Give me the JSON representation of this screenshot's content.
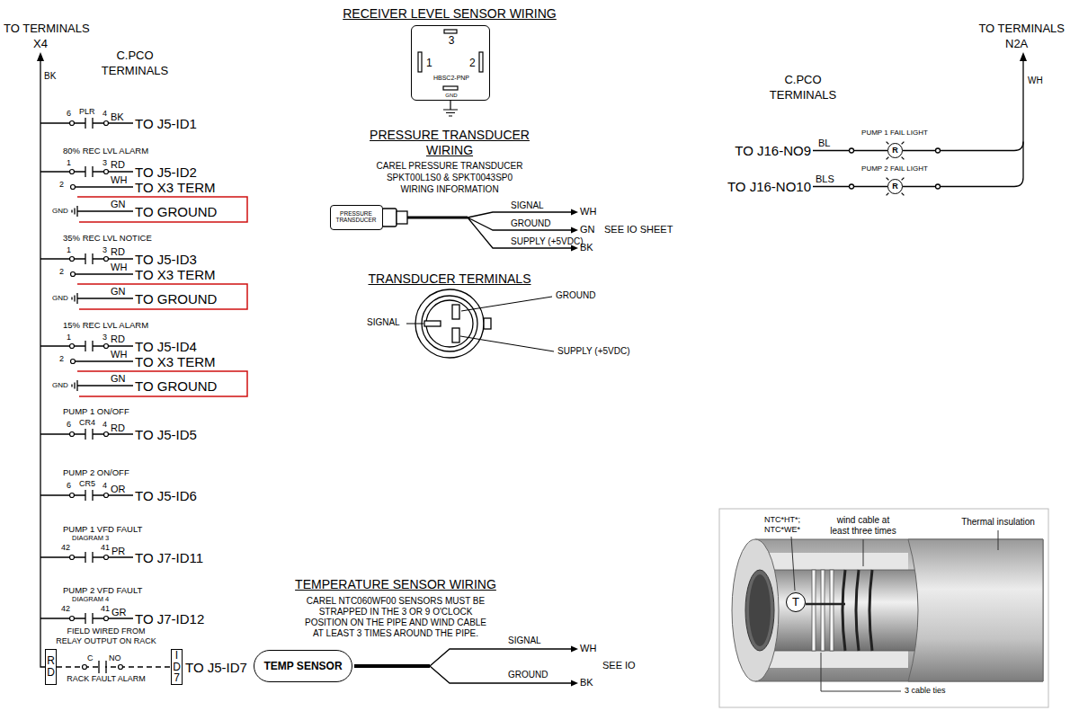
{
  "diagram": {
    "nodes": [
      {
        "text": [
          "3",
          "1",
          "2",
          "HBSC2-PNP",
          "GND"
        ]
      },
      {
        "text": [
          "R"
        ]
      },
      {
        "text": [
          "R"
        ]
      },
      {
        "text": [
          "PRESSURE TRANSDUCER"
        ]
      },
      {
        "text": [
          "R D"
        ]
      },
      {
        "text": [
          "I D 7"
        ]
      },
      {
        "text": [
          "TEMP SENSOR"
        ]
      },
      {
        "text": [
          "T"
        ]
      }
    ],
    "edges": [
      {
        "from": 4,
        "to": 5,
        "arrow": "none"
      }
    ],
    "labels": [
      "TO TERMINALS",
      "X4",
      "BK",
      "C.PCO",
      "TERMINALS",
      "6",
      "PLR",
      "4",
      "BK",
      "TO J5-ID1",
      "80% REC LVL ALARM",
      "1",
      "3",
      "RD",
      "TO J5-ID2",
      "2",
      "WH",
      "TO X3 TERM",
      "GND",
      "GN",
      "TO GROUND",
      "35% REC LVL NOTICE",
      "1",
      "3",
      "RD",
      "TO J5-ID3",
      "2",
      "WH",
      "TO X3 TERM",
      "GND",
      "GN",
      "TO GROUND",
      "15% REC LVL ALARM",
      "1",
      "3",
      "RD",
      "TO J5-ID4",
      "2",
      "WH",
      "TO X3 TERM",
      "GND",
      "GN",
      "TO GROUND",
      "PUMP 1 ON/OFF",
      "6",
      "CR4",
      "4",
      "RD",
      "TO J5-ID5",
      "PUMP 2 ON/OFF",
      "6",
      "CR5",
      "4",
      "OR",
      "TO J5-ID6",
      "PUMP 1 VFD FAULT",
      "42",
      "DIAGRAM 3",
      "41",
      "PR",
      "TO J7-ID11",
      "PUMP 2 VFD FAULT",
      "42",
      "DIAGRAM 4",
      "41",
      "GR",
      "TO J7-ID12",
      "FIELD WIRED FROM",
      "RELAY OUTPUT ON RACK",
      "C",
      "NO",
      "RACK FAULT ALARM",
      "TO J5-ID7",
      "RECEIVER LEVEL SENSOR WIRING",
      "PRESSURE TRANSDUCER",
      "WIRING",
      "CAREL PRESSURE TRANSDUCER",
      "SPKT00L1S0 & SPKT0043SP0",
      "WIRING INFORMATION",
      "SIGNAL",
      "WH",
      "GROUND",
      "GN",
      "SEE IO SHEET",
      "SUPPLY (+5VDC)",
      "BK",
      "TRANSDUCER TERMINALS",
      "GROUND",
      "SIGNAL",
      "SUPPLY (+5VDC)",
      "TEMPERATURE SENSOR WIRING",
      "CAREL NTC060WF00 SENSORS MUST BE",
      "STRAPPED IN THE 3 OR 9 O'CLOCK",
      "POSITION ON THE PIPE AND WIND CABLE",
      "AT LEAST 3 TIMES AROUND THE PIPE.",
      "SIGNAL",
      "WH",
      "SEE IO",
      "GROUND",
      "BK",
      "TO TERMINALS",
      "N2A",
      "WH",
      "C.PCO",
      "TERMINALS",
      "TO J16-NO9",
      "BL",
      "PUMP 1 FAIL LIGHT",
      "TO J16-NO10",
      "BLS",
      "PUMP 2 FAIL LIGHT",
      "wind cable at",
      "least three times",
      "Thermal insulation",
      "NTC*HT*;",
      "NTC*WE*",
      "3 cable ties"
    ]
  }
}
